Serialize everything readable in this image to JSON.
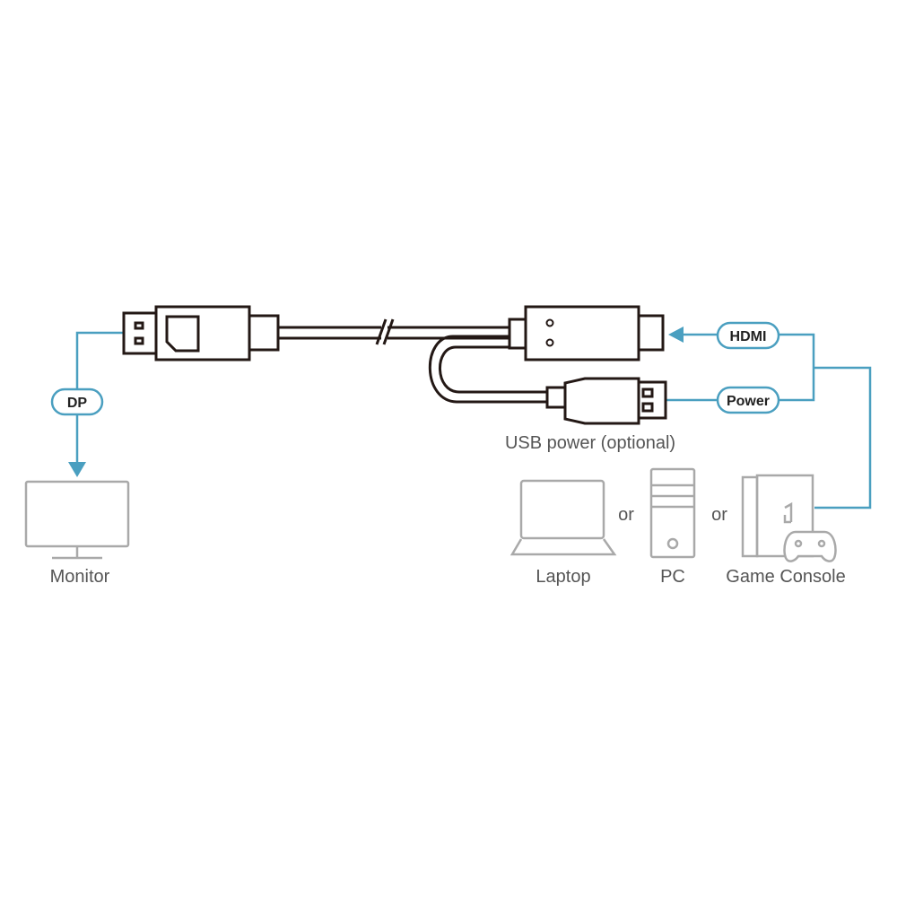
{
  "colors": {
    "connector_line": "#4a9fc0",
    "cable_stroke": "#231815",
    "device_stroke": "#a9a9a9",
    "label_text": "#555555"
  },
  "signals": {
    "dp": "DP",
    "hdmi": "HDMI",
    "power": "Power"
  },
  "labels": {
    "usb_power": "USB power (optional)",
    "or_1": "or",
    "or_2": "or"
  },
  "devices": {
    "monitor": "Monitor",
    "laptop": "Laptop",
    "pc": "PC",
    "game_console": "Game Console"
  },
  "icons": [
    "displayport-connector-icon",
    "hdmi-connector-icon",
    "usb-a-connector-icon",
    "monitor-icon",
    "laptop-icon",
    "pc-tower-icon",
    "game-console-icon",
    "gamepad-icon"
  ]
}
